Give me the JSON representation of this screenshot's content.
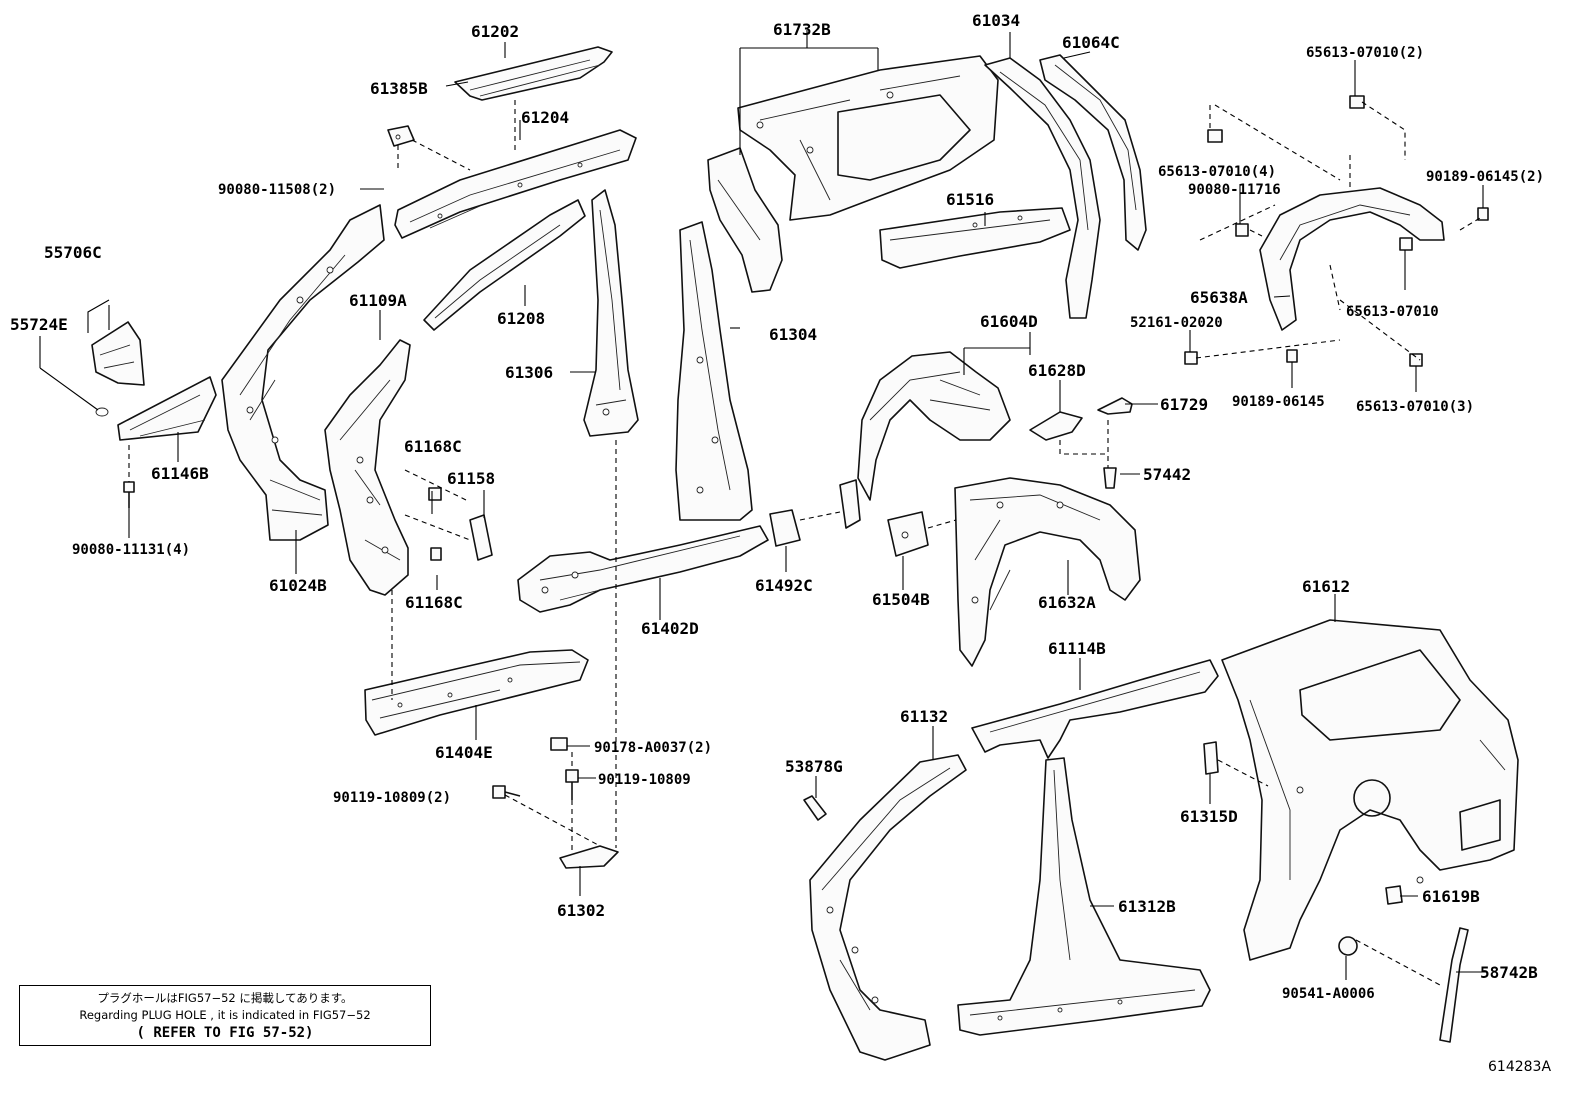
{
  "labels": {
    "p61202": "61202",
    "p61385B": "61385B",
    "p61204": "61204",
    "p90080_11508": "90080-11508(2)",
    "p55706C": "55706C",
    "p55724E": "55724E",
    "p61146B": "61146B",
    "p90080_11131": "90080-11131(4)",
    "p61024B": "61024B",
    "p61109A": "61109A",
    "p61208": "61208",
    "p61306": "61306",
    "p61168C_a": "61168C",
    "p61158": "61158",
    "p61168C_b": "61168C",
    "p61732B": "61732B",
    "p61304": "61304",
    "p61034": "61034",
    "p61064C": "61064C",
    "p61516": "61516",
    "p61604D": "61604D",
    "p61628D": "61628D",
    "p61729": "61729",
    "p57442": "57442",
    "p61492C": "61492C",
    "p61402D": "61402D",
    "p61504B": "61504B",
    "p61632A": "61632A",
    "p61404E": "61404E",
    "p90178_A0037": "90178-A0037(2)",
    "p90119_10809": "90119-10809",
    "p90119_10809_2": "90119-10809(2)",
    "p61302": "61302",
    "p65613_07010_2": "65613-07010(2)",
    "p65613_07010_4": "65613-07010(4)",
    "p90080_11716": "90080-11716",
    "p90189_06145_2": "90189-06145(2)",
    "p65638A": "65638A",
    "p52161_02020": "52161-02020",
    "p65613_07010": "65613-07010",
    "p90189_06145": "90189-06145",
    "p65613_07010_3": "65613-07010(3)",
    "p61612": "61612",
    "p61114B": "61114B",
    "p61132": "61132",
    "p53878G": "53878G",
    "p61315D": "61315D",
    "p61312B": "61312B",
    "p61619B": "61619B",
    "p90541_A0006": "90541-A0006",
    "p58742B": "58742B"
  },
  "note": {
    "line_jp": "プラグホールはFIG57−52 に掲載してあります。",
    "line_en": "Regarding PLUG HOLE , it is indicated in FIG57−52",
    "line_ref": "( REFER TO FIG 57-52)"
  },
  "figure_code": "614283A"
}
